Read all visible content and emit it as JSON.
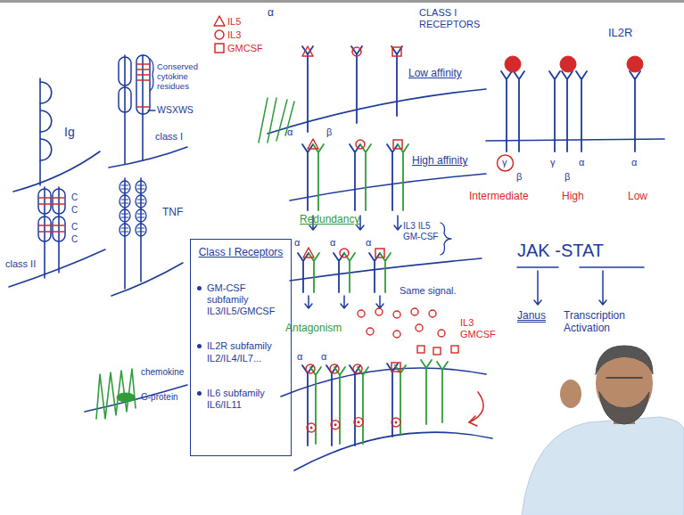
{
  "diagram": {
    "nodes": [
      {
        "text": [
          "Class I Receptors",
          "GM-CSF subfamily IL3/IL5/GMCSF",
          "IL2R subfamily IL2/IL4/IL7...",
          "IL6 subfamily IL6/IL11"
        ]
      }
    ],
    "labels": [
      "Ig",
      "Conserved cytokine residues",
      "WSXWS",
      "class I",
      "C",
      "C",
      "C",
      "C",
      "class II",
      "TNF",
      "chemokine",
      "G-protein",
      "α",
      "CLASS I RECEPTORS",
      "Low affinity",
      "α",
      "β",
      "High affinity",
      "Redundancy",
      "IL3 IL5 GM-CSF",
      "α",
      "α",
      "α",
      "Same signal.",
      "Antagonism",
      "IL3 GMCSF",
      "α",
      "α",
      "IL2R",
      "γ",
      "β",
      "γ",
      "β",
      "α",
      "α",
      "Intermediate",
      "High",
      "Low",
      "JAK -STAT",
      "Janus",
      "Transcription Activation"
    ],
    "legend": [
      {
        "text": "IL5"
      },
      {
        "text": "IL3"
      },
      {
        "text": "GMCSF"
      }
    ]
  }
}
